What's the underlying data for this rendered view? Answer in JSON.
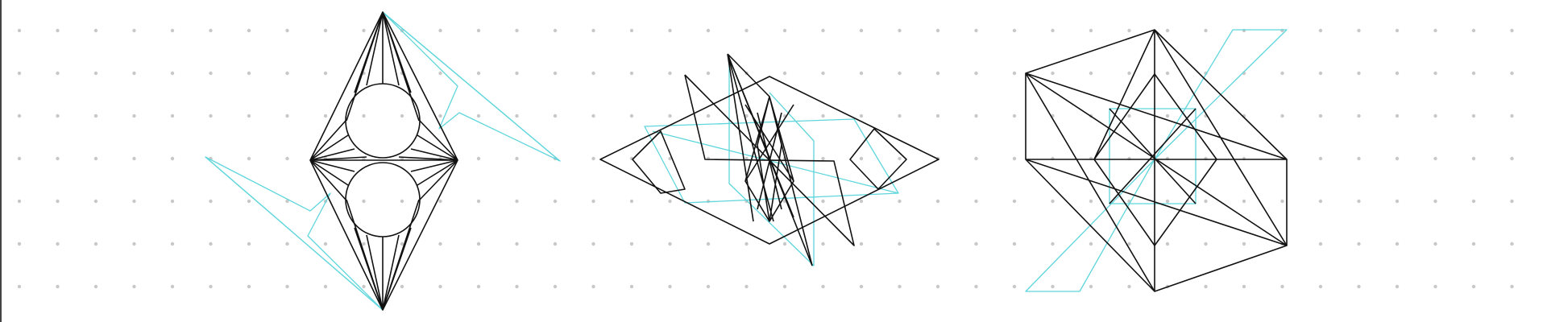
{
  "colors": {
    "background": "#ffffff",
    "line_primary": "#111111",
    "line_accent": "#5fd6dc",
    "grid_dot": "#c8c8c8",
    "left_edge": "#444444"
  },
  "figures": [
    {
      "name": "diamond-with-circles-figure"
    },
    {
      "name": "overlapping-rhombus-figure"
    },
    {
      "name": "hexagon-star-figure"
    }
  ]
}
